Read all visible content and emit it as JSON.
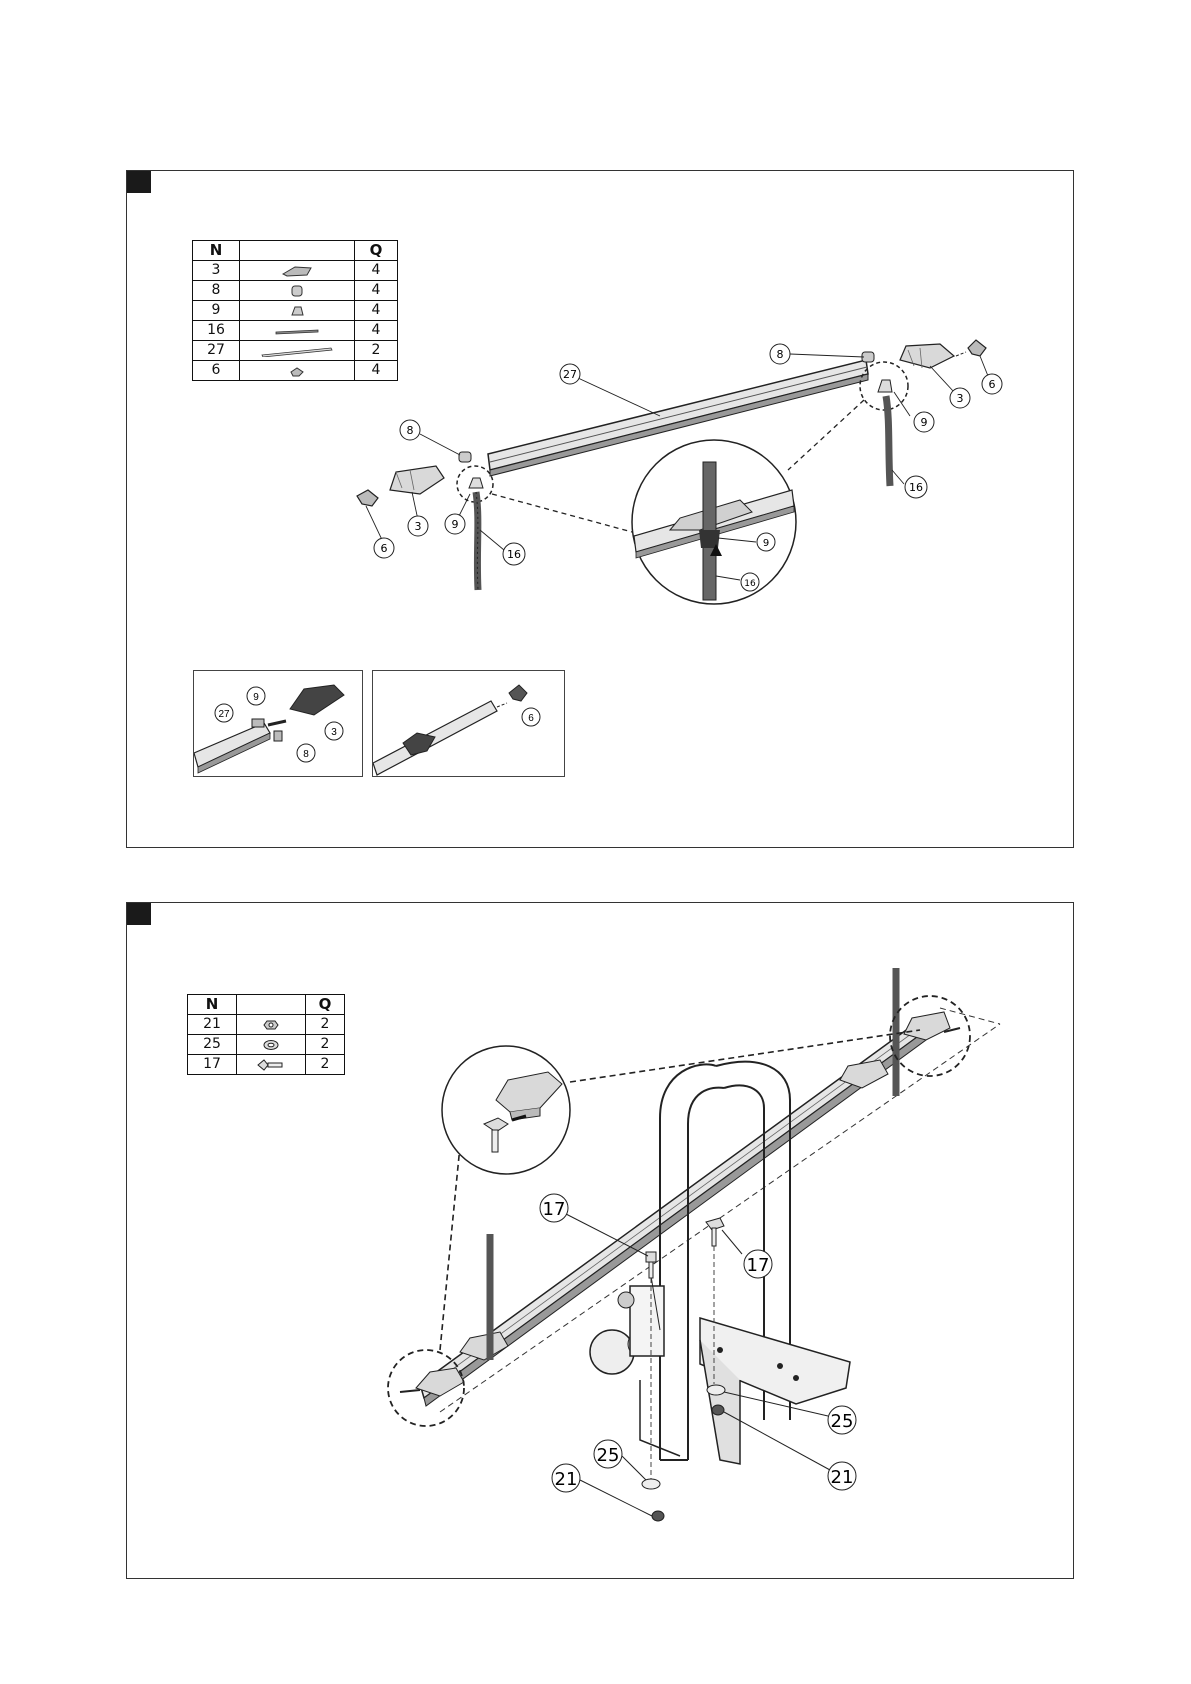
{
  "step1": {
    "parts_table": {
      "headers": {
        "n": "N",
        "image": "",
        "q": "Q"
      },
      "rows": [
        {
          "n": "3",
          "q": "4",
          "icon": "cradle-part-icon"
        },
        {
          "n": "8",
          "q": "4",
          "icon": "plug-part-icon"
        },
        {
          "n": "9",
          "q": "4",
          "icon": "buckle-part-icon"
        },
        {
          "n": "16",
          "q": "4",
          "icon": "strap-part-icon"
        },
        {
          "n": "27",
          "q": "2",
          "icon": "rail-part-icon"
        },
        {
          "n": "6",
          "q": "4",
          "icon": "end-cap-part-icon"
        }
      ]
    },
    "callouts": {
      "c27": "27",
      "c8_left": "8",
      "c8_right": "8",
      "c3_left": "3",
      "c3_right": "3",
      "c9_left": "9",
      "c9_right": "9",
      "c6_left": "6",
      "c6_right": "6",
      "c16_left": "16",
      "c16_right": "16",
      "c9_zoom": "9",
      "c16_zoom": "16"
    },
    "detail_a": {
      "c27": "27",
      "c9": "9",
      "c3": "3",
      "c8": "8"
    },
    "detail_b": {
      "c6": "6"
    }
  },
  "step2": {
    "parts_table": {
      "headers": {
        "n": "N",
        "image": "",
        "q": "Q"
      },
      "rows": [
        {
          "n": "21",
          "q": "2",
          "icon": "nut-part-icon"
        },
        {
          "n": "25",
          "q": "2",
          "icon": "washer-part-icon"
        },
        {
          "n": "17",
          "q": "2",
          "icon": "bolt-part-icon"
        }
      ]
    },
    "callouts": {
      "c17_left": "17",
      "c17_right": "17",
      "c25_left": "25",
      "c25_right": "25",
      "c21_left": "21",
      "c21_right": "21"
    }
  }
}
